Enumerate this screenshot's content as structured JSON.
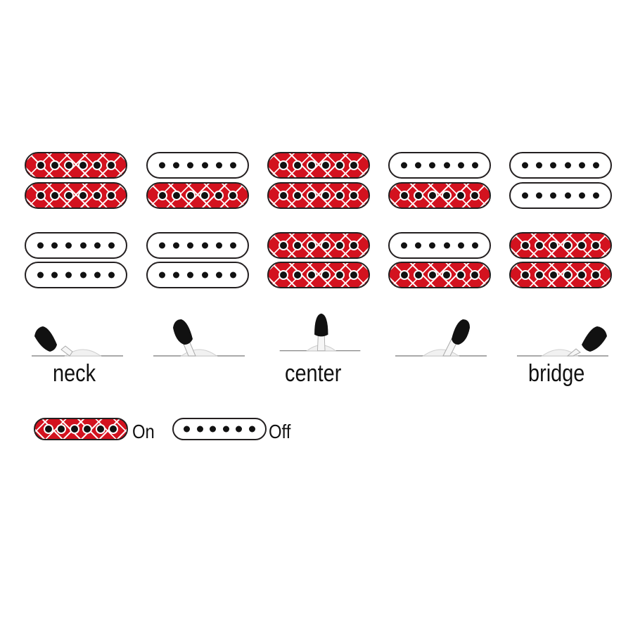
{
  "columns": [
    {
      "top_coils": [
        "on",
        "on"
      ],
      "bottom_coils": [
        "off",
        "off"
      ],
      "lever": "neck"
    },
    {
      "top_coils": [
        "off",
        "on"
      ],
      "bottom_coils": [
        "off",
        "off"
      ],
      "lever": "neck-center"
    },
    {
      "top_coils": [
        "on",
        "on"
      ],
      "bottom_coils": [
        "on",
        "on"
      ],
      "lever": "center"
    },
    {
      "top_coils": [
        "off",
        "on"
      ],
      "bottom_coils": [
        "off",
        "on"
      ],
      "lever": "center-bridge"
    },
    {
      "top_coils": [
        "off",
        "off"
      ],
      "bottom_coils": [
        "on",
        "on"
      ],
      "lever": "bridge"
    }
  ],
  "positions": {
    "neck": "neck",
    "center": "center",
    "bridge": "bridge"
  },
  "legend": {
    "on_label": "On",
    "off_label": "Off"
  },
  "colors": {
    "coil_on": "#d3121f",
    "coil_off": "#ffffff",
    "outline": "#231f20",
    "lever": "#111111"
  },
  "icons": {
    "coil": "pickup-coil-icon",
    "lever": "selector-lever-icon"
  }
}
